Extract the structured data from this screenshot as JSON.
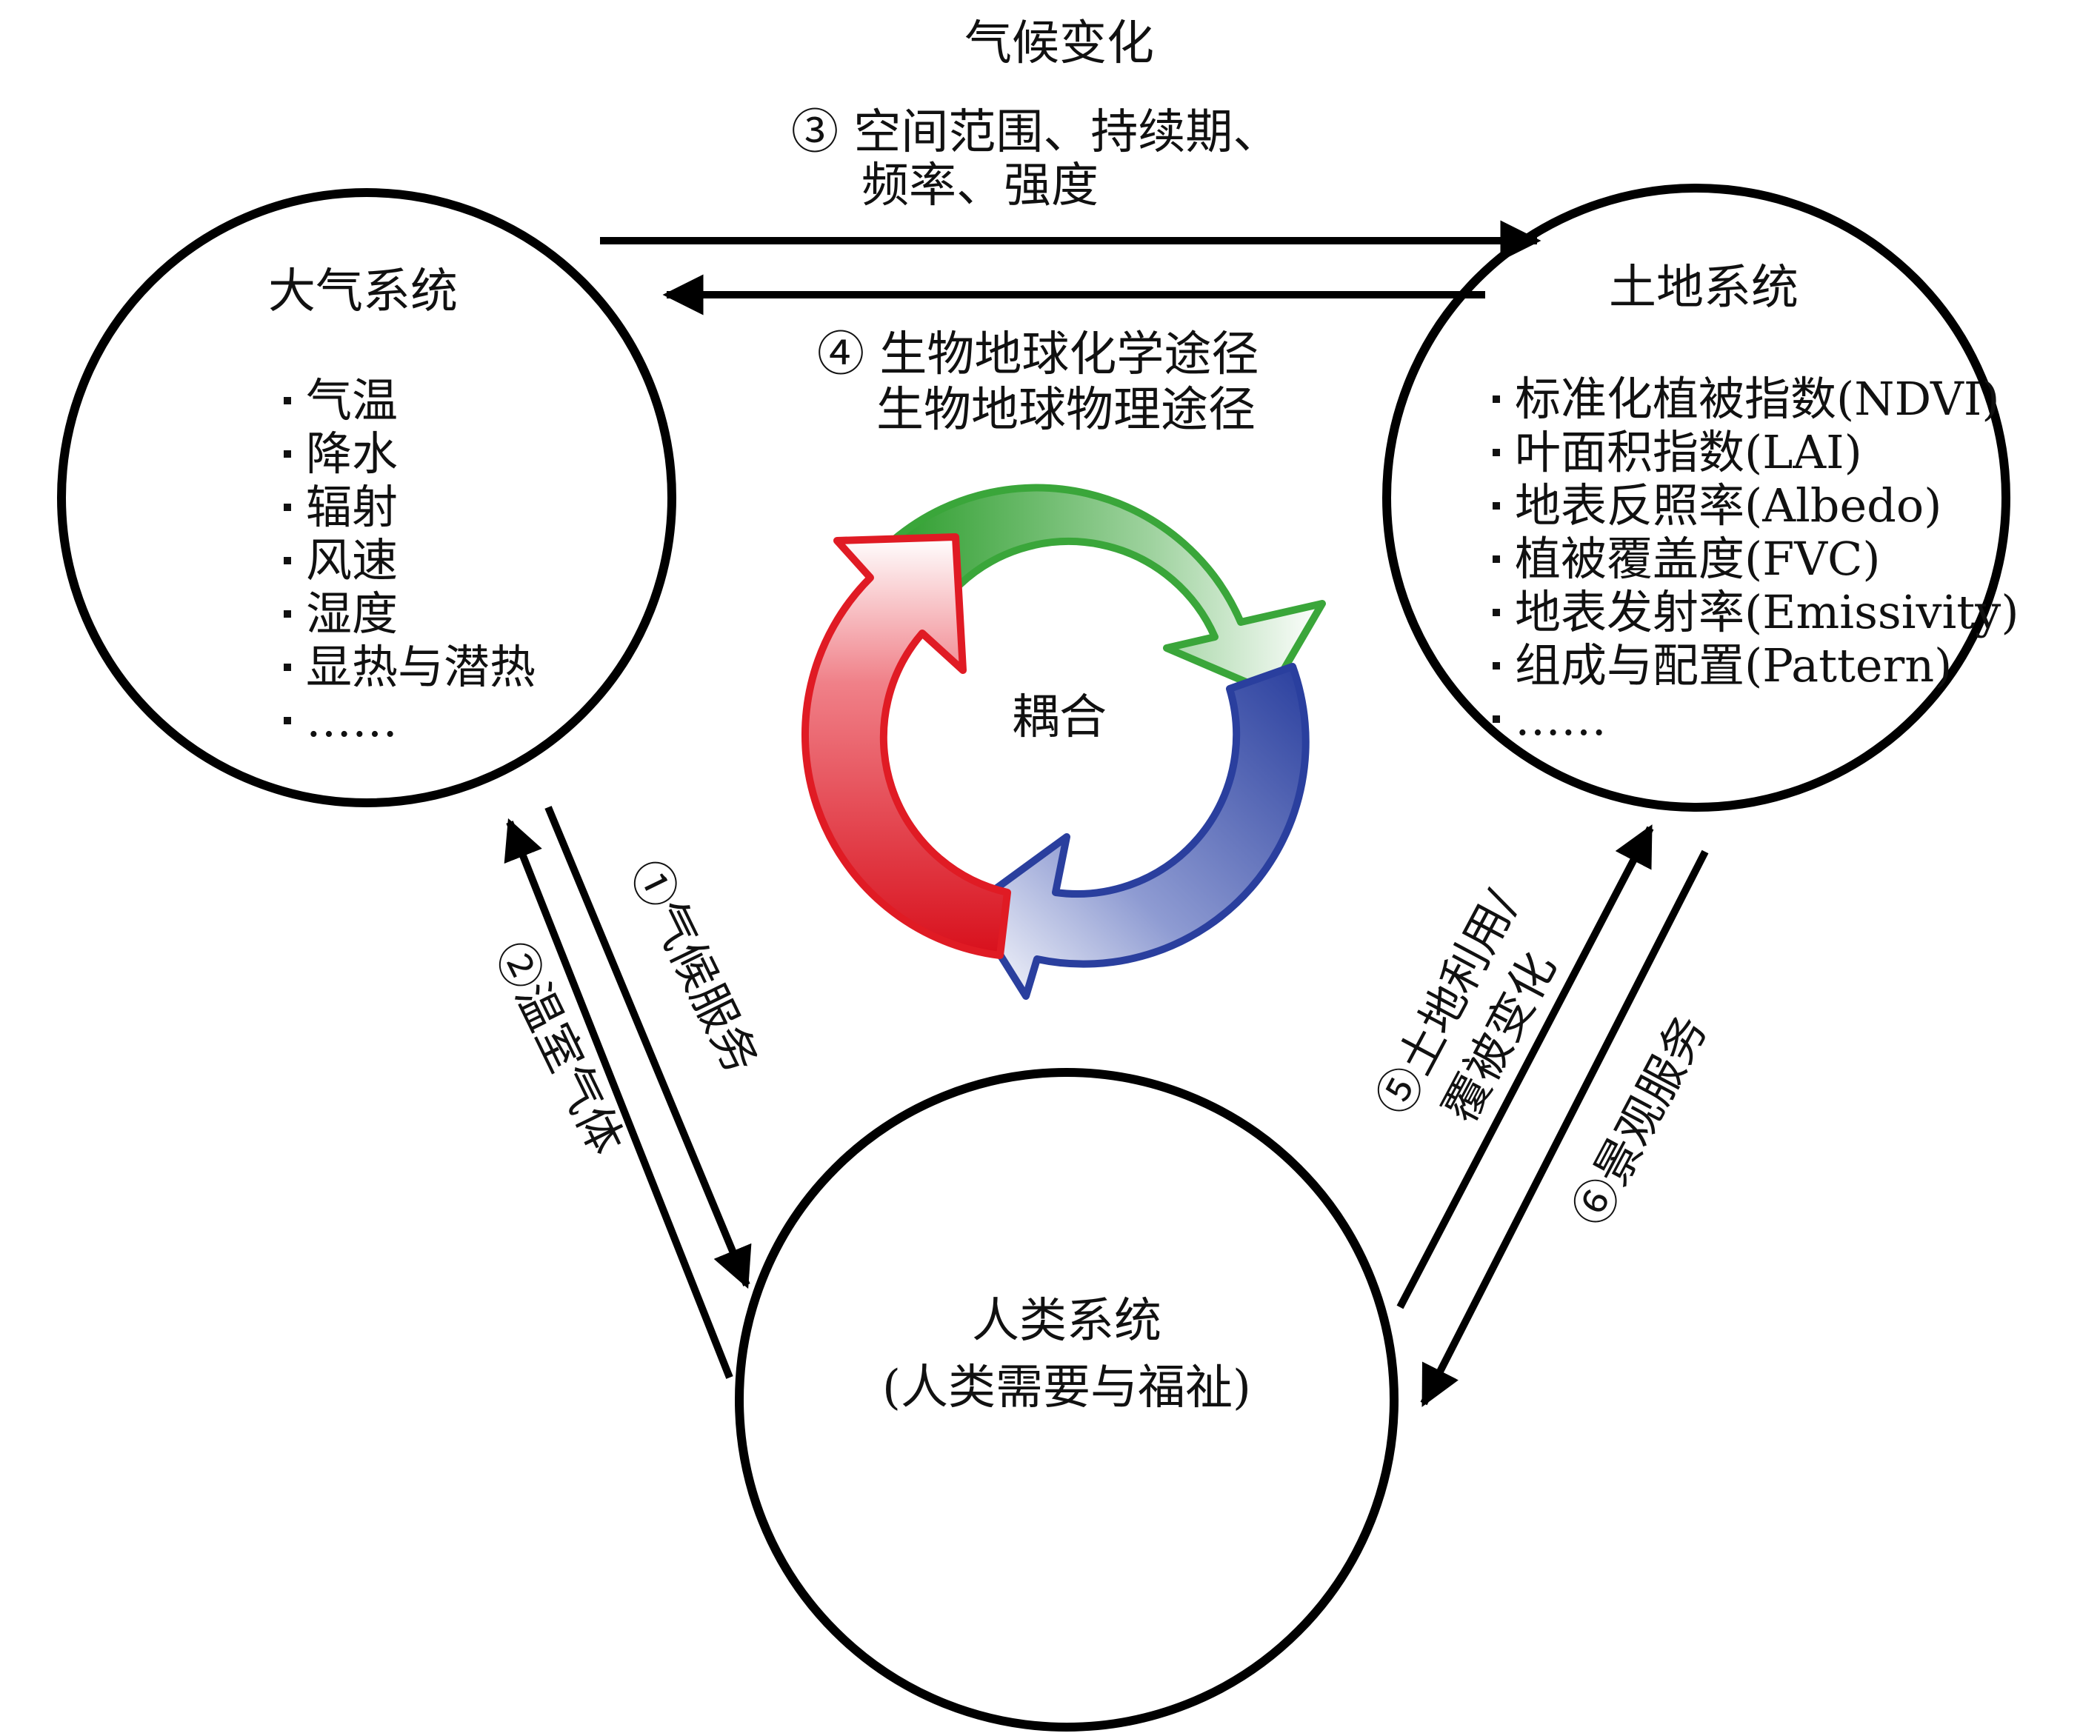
{
  "top": {
    "title": "气候变化",
    "arrow3_line1": "③ 空间范围、持续期、",
    "arrow3_line2": "频率、强度",
    "arrow4_line1": "④ 生物地球化学途径",
    "arrow4_line2": "生物地球物理途径"
  },
  "atmosphere": {
    "title": "大气系统",
    "items": [
      "气温",
      "降水",
      "辐射",
      "风速",
      "湿度",
      "显热与潜热",
      "……"
    ]
  },
  "land": {
    "title": "土地系统",
    "items": [
      "标准化植被指数(NDVI)",
      "叶面积指数(LAI)",
      "地表反照率(Albedo)",
      "植被覆盖度(FVC)",
      "地表发射率(Emissivity)",
      "组成与配置(Pattern)",
      "……"
    ]
  },
  "human": {
    "title": "人类系统",
    "subtitle": "(人类需要与福祉)"
  },
  "coupling": {
    "label": "耦合"
  },
  "links": {
    "arrow1": "①气候服务",
    "arrow2": "②温室气体",
    "arrow5_line1": "⑤土地利用/",
    "arrow5_line2": "覆被变化",
    "arrow6": "⑥景观服务"
  },
  "colors": {
    "cycle_red": "#e01b24",
    "cycle_green": "#3aa63a",
    "cycle_blue": "#2a3f9e",
    "stroke": "#000000"
  }
}
